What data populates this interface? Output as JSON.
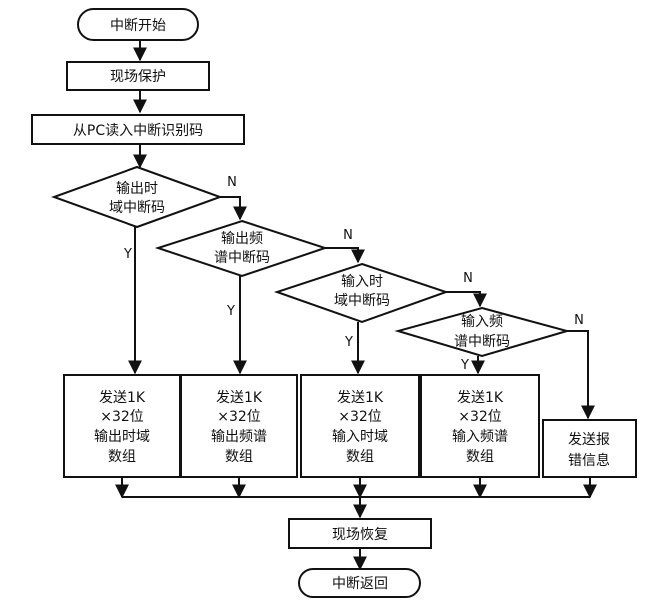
{
  "flowchart": {
    "start": "中断开始",
    "protect": "现场保护",
    "read_code": "从PC读入中断识别码",
    "decisions": [
      {
        "lines": [
          "输出时",
          "域中断码"
        ]
      },
      {
        "lines": [
          "输出频",
          "谱中断码"
        ]
      },
      {
        "lines": [
          "输入时",
          "域中断码"
        ]
      },
      {
        "lines": [
          "输入频",
          "谱中断码"
        ]
      }
    ],
    "actions": [
      {
        "lines": [
          "发送1K",
          "×32位",
          "输出时域",
          "数组"
        ]
      },
      {
        "lines": [
          "发送1K",
          "×32位",
          "输出频谱",
          "数组"
        ]
      },
      {
        "lines": [
          "发送1K",
          "×32位",
          "输入时域",
          "数组"
        ]
      },
      {
        "lines": [
          "发送1K",
          "×32位",
          "输入频谱",
          "数组"
        ]
      },
      {
        "lines": [
          "发送报",
          "错信息"
        ]
      }
    ],
    "yes_label": "Y",
    "no_label": "N",
    "restore": "现场恢复",
    "end": "中断返回"
  }
}
